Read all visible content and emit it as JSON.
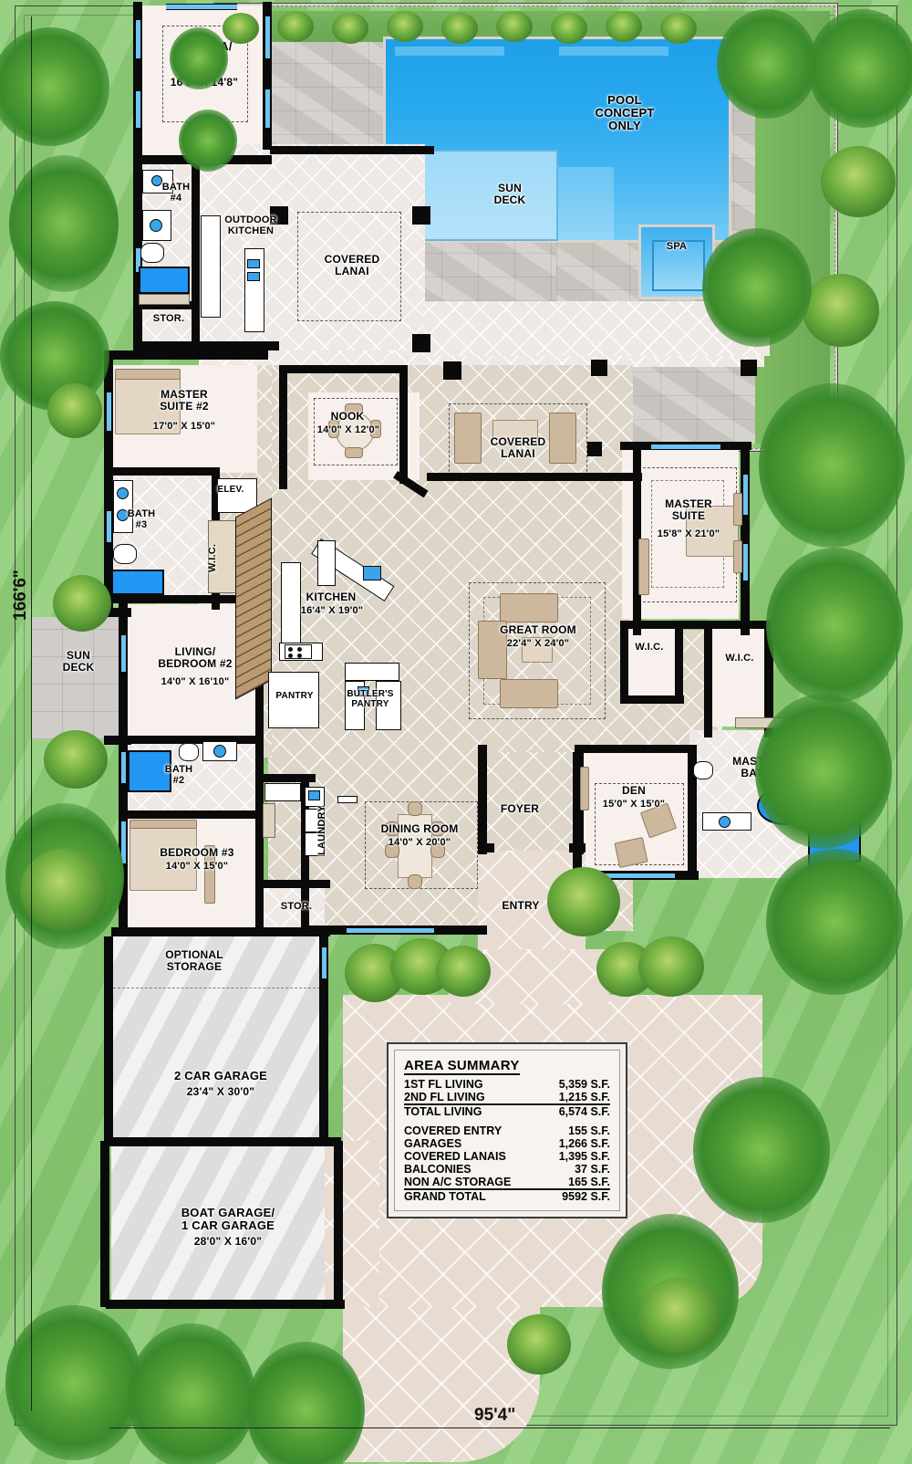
{
  "plan": {
    "overall_width_label": "95'4\"",
    "overall_depth_label": "166'6\""
  },
  "colors": {
    "lawn": "#8fce78",
    "pool_water": "#29a9ee",
    "wall": "#0a0a0a",
    "window": "#6fc3f2",
    "tile_beige": "#ddd5c8",
    "room_floor": "#f7f0ec",
    "garage_floor": "#e2e2e2",
    "entry_paver": "#e8dcd2",
    "deck_paver": "#cdc9c4"
  },
  "rooms": [
    {
      "id": "cabana-study",
      "name": "CABANA/\nSTUDY",
      "dim": "16'0\" X 14'8\""
    },
    {
      "id": "bath-4",
      "name": "BATH\n#4",
      "dim": ""
    },
    {
      "id": "stor-top",
      "name": "STOR.",
      "dim": ""
    },
    {
      "id": "outdoor-kitchen",
      "name": "OUTDOOR\nKITCHEN",
      "dim": ""
    },
    {
      "id": "covered-lanai-1",
      "name": "COVERED\nLANAI",
      "dim": ""
    },
    {
      "id": "covered-lanai-2",
      "name": "COVERED\nLANAI",
      "dim": ""
    },
    {
      "id": "master-suite-2",
      "name": "MASTER\nSUITE #2",
      "dim": "17'0\" X 15'0\""
    },
    {
      "id": "bath-3",
      "name": "BATH\n#3",
      "dim": ""
    },
    {
      "id": "elevator",
      "name": "ELEV.",
      "dim": ""
    },
    {
      "id": "wic-ms2",
      "name": "W.I.C.",
      "dim": ""
    },
    {
      "id": "nook",
      "name": "NOOK",
      "dim": "14'0\" X 12'0\""
    },
    {
      "id": "kitchen",
      "name": "KITCHEN",
      "dim": "16'4\" X 19'0\""
    },
    {
      "id": "pantry",
      "name": "PANTRY",
      "dim": ""
    },
    {
      "id": "butlers-pantry",
      "name": "BUTLER'S\nPANTRY",
      "dim": ""
    },
    {
      "id": "great-room",
      "name": "GREAT ROOM",
      "dim": "22'4\" X 24'0\""
    },
    {
      "id": "master-suite",
      "name": "MASTER\nSUITE",
      "dim": "15'8\" X 21'0\""
    },
    {
      "id": "wic-master-1",
      "name": "W.I.C.",
      "dim": ""
    },
    {
      "id": "wic-master-2",
      "name": "W.I.C.",
      "dim": ""
    },
    {
      "id": "master-bath",
      "name": "MASTER\nBATH",
      "dim": ""
    },
    {
      "id": "sun-deck-left",
      "name": "SUN\nDECK",
      "dim": ""
    },
    {
      "id": "living-bedroom-2",
      "name": "LIVING/\nBEDROOM #2",
      "dim": "14'0\" X 16'10\""
    },
    {
      "id": "bath-2",
      "name": "BATH\n#2",
      "dim": ""
    },
    {
      "id": "bedroom-3",
      "name": "BEDROOM #3",
      "dim": "14'0\" X 15'0\""
    },
    {
      "id": "laundry",
      "name": "LAUNDRY",
      "dim": ""
    },
    {
      "id": "dining-room",
      "name": "DINING ROOM",
      "dim": "14'0\" X 20'0\""
    },
    {
      "id": "foyer",
      "name": "FOYER",
      "dim": ""
    },
    {
      "id": "entry",
      "name": "ENTRY",
      "dim": ""
    },
    {
      "id": "den",
      "name": "DEN",
      "dim": "15'0\" X 15'0\""
    },
    {
      "id": "stor-bottom",
      "name": "STOR.",
      "dim": ""
    },
    {
      "id": "optional-storage",
      "name": "OPTIONAL\nSTORAGE",
      "dim": ""
    },
    {
      "id": "two-car-garage",
      "name": "2 CAR GARAGE",
      "dim": "23'4\" X 30'0\""
    },
    {
      "id": "boat-garage",
      "name": "BOAT GARAGE/\n1 CAR GARAGE",
      "dim": "28'0\" X 16'0\""
    }
  ],
  "pool": {
    "pool_label": "POOL\nCONCEPT\nONLY",
    "sun_deck_label": "SUN\nDECK",
    "spa_label": "SPA"
  },
  "area_summary": {
    "title": "AREA SUMMARY",
    "rows": [
      {
        "label": "1ST FL LIVING",
        "value": "5,359 S.F.",
        "rule": false
      },
      {
        "label": "2ND FL LIVING",
        "value": "1,215 S.F.",
        "rule": true
      },
      {
        "label": "TOTAL LIVING",
        "value": "6,574 S.F.",
        "rule": false
      },
      {
        "label": "COVERED ENTRY",
        "value": "155 S.F.",
        "rule": false
      },
      {
        "label": "GARAGES",
        "value": "1,266 S.F.",
        "rule": false
      },
      {
        "label": "COVERED LANAIS",
        "value": "1,395 S.F.",
        "rule": false
      },
      {
        "label": "BALCONIES",
        "value": "37 S.F.",
        "rule": false
      },
      {
        "label": "NON A/C STORAGE",
        "value": "165 S.F.",
        "rule": true
      },
      {
        "label": "GRAND TOTAL",
        "value": "9592 S.F.",
        "rule": false
      }
    ],
    "gap_after_index": 2
  }
}
